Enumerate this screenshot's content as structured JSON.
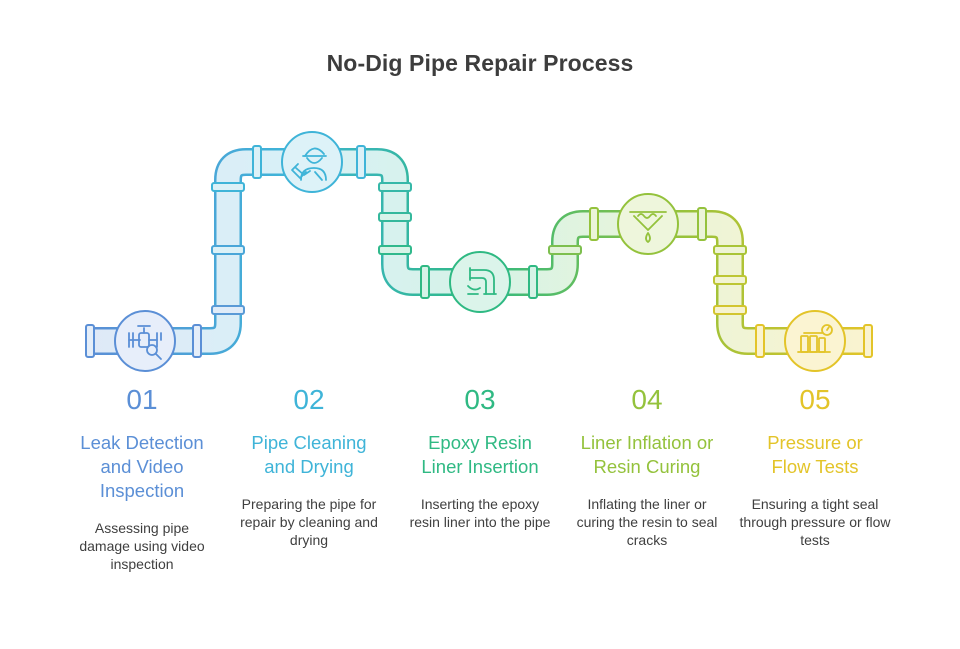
{
  "title": "No-Dig Pipe Repair Process",
  "colors": {
    "step1": "#5b8fd6",
    "step2": "#3fb4d8",
    "step3": "#2fb983",
    "step4": "#94c23c",
    "step5": "#e3c429"
  },
  "steps": [
    {
      "number": "01",
      "title": "Leak Detection and Video Inspection",
      "description": "Assessing pipe damage using video inspection",
      "icon": "valve-inspection-icon"
    },
    {
      "number": "02",
      "title": "Pipe Cleaning and Drying",
      "description": "Preparing the pipe for repair by cleaning and drying",
      "icon": "cleaning-worker-icon"
    },
    {
      "number": "03",
      "title": "Epoxy Resin Liner Insertion",
      "description": "Inserting the epoxy resin liner into the pipe",
      "icon": "pipe-liner-icon"
    },
    {
      "number": "04",
      "title": "Liner Inflation or Resin Curing",
      "description": "Inflating the liner or curing the resin to seal cracks",
      "icon": "curing-drop-icon"
    },
    {
      "number": "05",
      "title": "Pressure or Flow Tests",
      "description": "Ensuring a tight seal through pressure or flow tests",
      "icon": "pressure-gauge-icon"
    }
  ]
}
